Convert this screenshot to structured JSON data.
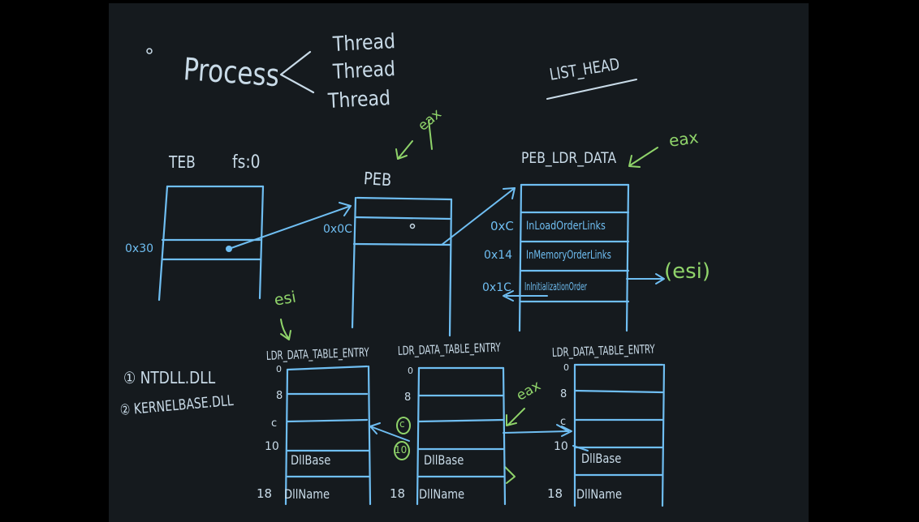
{
  "colors": {
    "board": "#151a1e",
    "chalk_white": "#c9dbe8",
    "chalk_blue": "#6fbef2",
    "chalk_green": "#8fd36a"
  },
  "header": {
    "process": "Process",
    "threads": [
      "Thread",
      "Thread",
      "Thread"
    ],
    "list_head": "LIST_HEAD"
  },
  "teb": {
    "title": "TEB",
    "fs": "fs:0",
    "offset": "0x30"
  },
  "peb": {
    "title": "PEB",
    "pointer_label": "eax",
    "offset": "0x0C"
  },
  "ldr": {
    "title": "PEB_LDR_DATA",
    "pointer_label": "eax",
    "rows": [
      {
        "offset": "0xC",
        "label": "InLoadOrderLinks"
      },
      {
        "offset": "0x14",
        "label": "InMemoryOrderLinks"
      },
      {
        "offset": "0x1C",
        "label": "InInitializationOrder"
      }
    ],
    "esi_note": "(esi)"
  },
  "modules": [
    "① NTDLL.DLL",
    "② KERNELBASE.DLL"
  ],
  "esi_label": "esi",
  "entries": [
    {
      "title": "LDR_DATA_TABLE_ENTRY",
      "offsets": [
        "0",
        "8",
        "c",
        "10",
        "18"
      ],
      "fields": [
        "DllBase",
        "DllName"
      ]
    },
    {
      "title": "LDR_DATA_TABLE_ENTRY",
      "offsets": [
        "0",
        "8",
        "c",
        "10",
        "18"
      ],
      "fields": [
        "DllBase",
        "DllName"
      ],
      "pointer_label": "eax"
    },
    {
      "title": "LDR_DATA_TABLE_ENTRY",
      "offsets": [
        "0",
        "8",
        "c",
        "10",
        "18"
      ],
      "fields": [
        "DllBase",
        "DllName"
      ]
    }
  ]
}
